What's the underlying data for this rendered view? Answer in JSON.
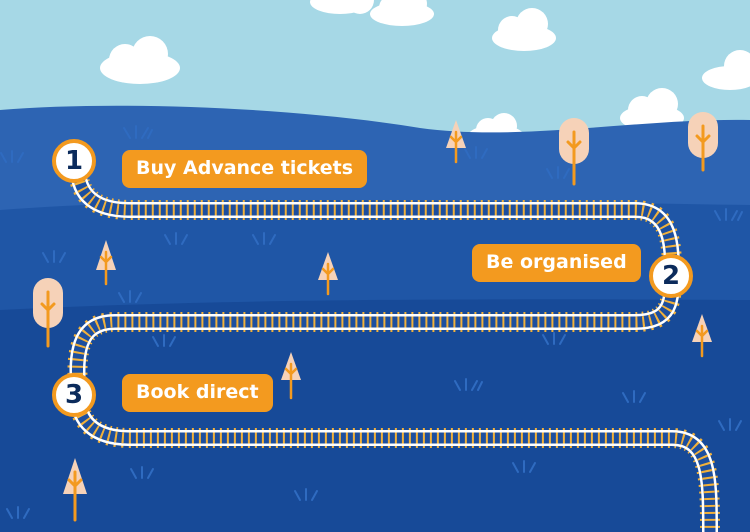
{
  "steps": [
    {
      "number": "1",
      "label": "Buy Advance tickets"
    },
    {
      "number": "2",
      "label": "Be organised"
    },
    {
      "number": "3",
      "label": "Book direct"
    }
  ],
  "colors": {
    "sky": "#a6d8e6",
    "hill_far": "#2d64b3",
    "hill_mid": "#1f56a6",
    "hill_near": "#174a98",
    "rail": "#ffffff",
    "sleeper": "#f2b13a",
    "accent": "#f39a1f",
    "number_text": "#0b2b5c",
    "tree_pale": "#f6d2b8",
    "trunk": "#f39a1f"
  },
  "icons": {
    "tree": "tree-icon",
    "cloud": "cloud-icon",
    "grass": "grass-tuft-icon"
  }
}
